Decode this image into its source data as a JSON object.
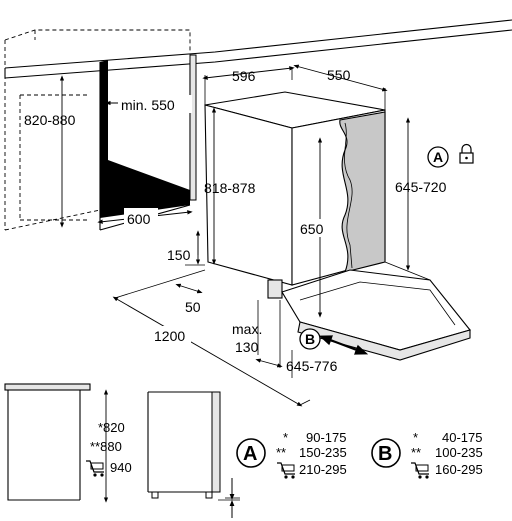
{
  "labels": {
    "h_820_880": "820-880",
    "min_550": "min. 550",
    "w_596": "596",
    "d_550": "550",
    "h_818_878": "818-878",
    "w_600": "600",
    "h_650": "650",
    "h_645_720": "645-720",
    "w_150": "150",
    "w_50": "50",
    "w_1200": "1200",
    "max": "max.",
    "max_130": "130",
    "d_645_776": "645-776",
    "s_820": "*820",
    "s_880": "**880",
    "s_940": "940"
  },
  "markers": {
    "a": "A",
    "b": "B"
  },
  "table_a": {
    "letter": "A",
    "rows": [
      {
        "mark": "*",
        "value": "90-175"
      },
      {
        "mark": "**",
        "value": "150-235"
      },
      {
        "mark": "",
        "value": "210-295"
      }
    ]
  },
  "table_b": {
    "letter": "B",
    "rows": [
      {
        "mark": "*",
        "value": "40-175"
      },
      {
        "mark": "**",
        "value": "100-235"
      },
      {
        "mark": "",
        "value": "160-295"
      }
    ]
  },
  "icons": [
    "lock-icon",
    "trolley-icon"
  ]
}
